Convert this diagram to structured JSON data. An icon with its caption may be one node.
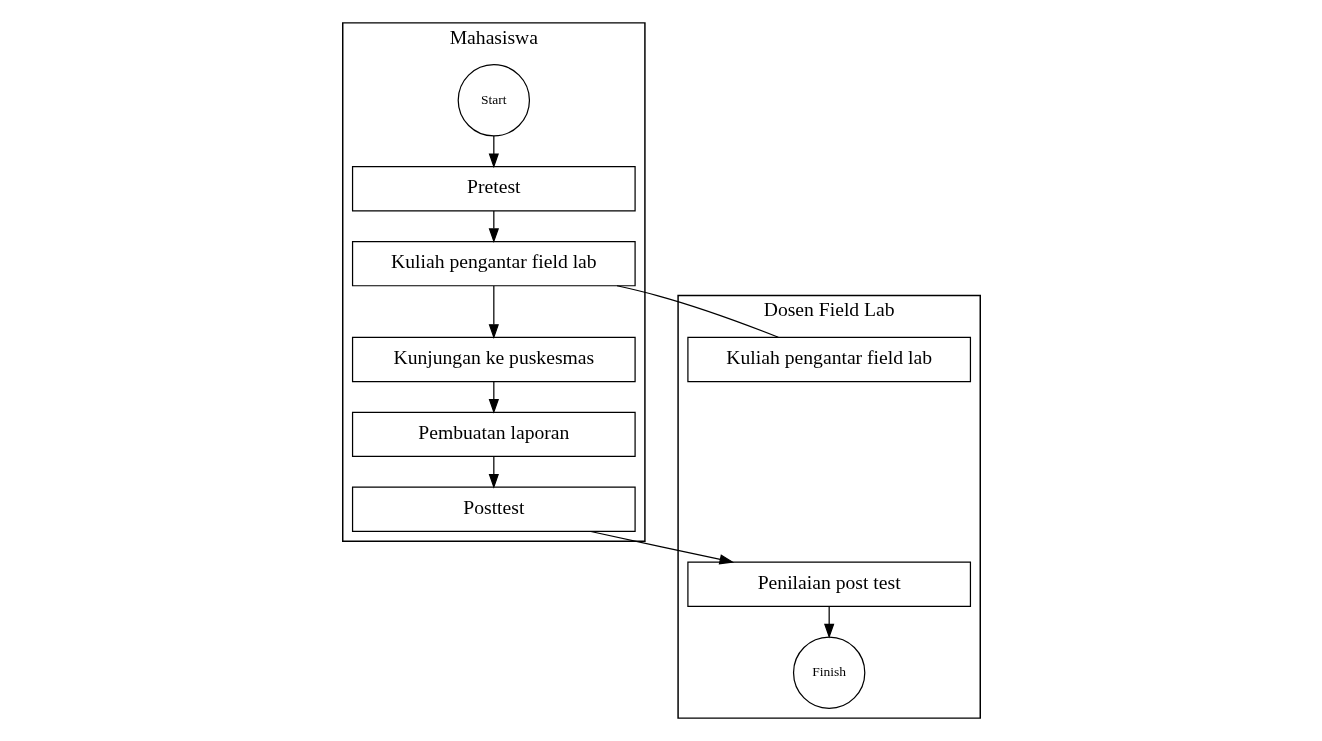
{
  "diagram": {
    "nodes": [
      {
        "text": [
          "Mahasiswa"
        ]
      },
      {
        "text": [
          "Dosen Field Lab"
        ]
      },
      {
        "text": [
          "Start"
        ],
        "in": 0
      },
      {
        "text": [
          "Pretest"
        ],
        "in": 0
      },
      {
        "text": [
          "Kuliah pengantar field lab"
        ],
        "in": 0
      },
      {
        "text": [
          "Kunjungan ke puskesmas"
        ],
        "in": 0
      },
      {
        "text": [
          "Pembuatan laporan"
        ],
        "in": 0
      },
      {
        "text": [
          "Posttest"
        ],
        "in": 0
      },
      {
        "text": [
          "Kuliah pengantar field lab"
        ],
        "in": 1
      },
      {
        "text": [
          "Penilaian post test"
        ],
        "in": 1
      },
      {
        "text": [
          "Finish"
        ],
        "in": 1
      }
    ],
    "edges": [
      {
        "from": 2,
        "to": 3,
        "arrow": "to"
      },
      {
        "from": 3,
        "to": 4,
        "arrow": "to"
      },
      {
        "from": 4,
        "to": 5,
        "arrow": "to"
      },
      {
        "from": 5,
        "to": 6,
        "arrow": "to"
      },
      {
        "from": 6,
        "to": 7,
        "arrow": "to"
      },
      {
        "from": 4,
        "to": 8,
        "arrow": "none"
      },
      {
        "from": 7,
        "to": 9,
        "arrow": "to"
      },
      {
        "from": 9,
        "to": 10,
        "arrow": "to"
      }
    ]
  }
}
